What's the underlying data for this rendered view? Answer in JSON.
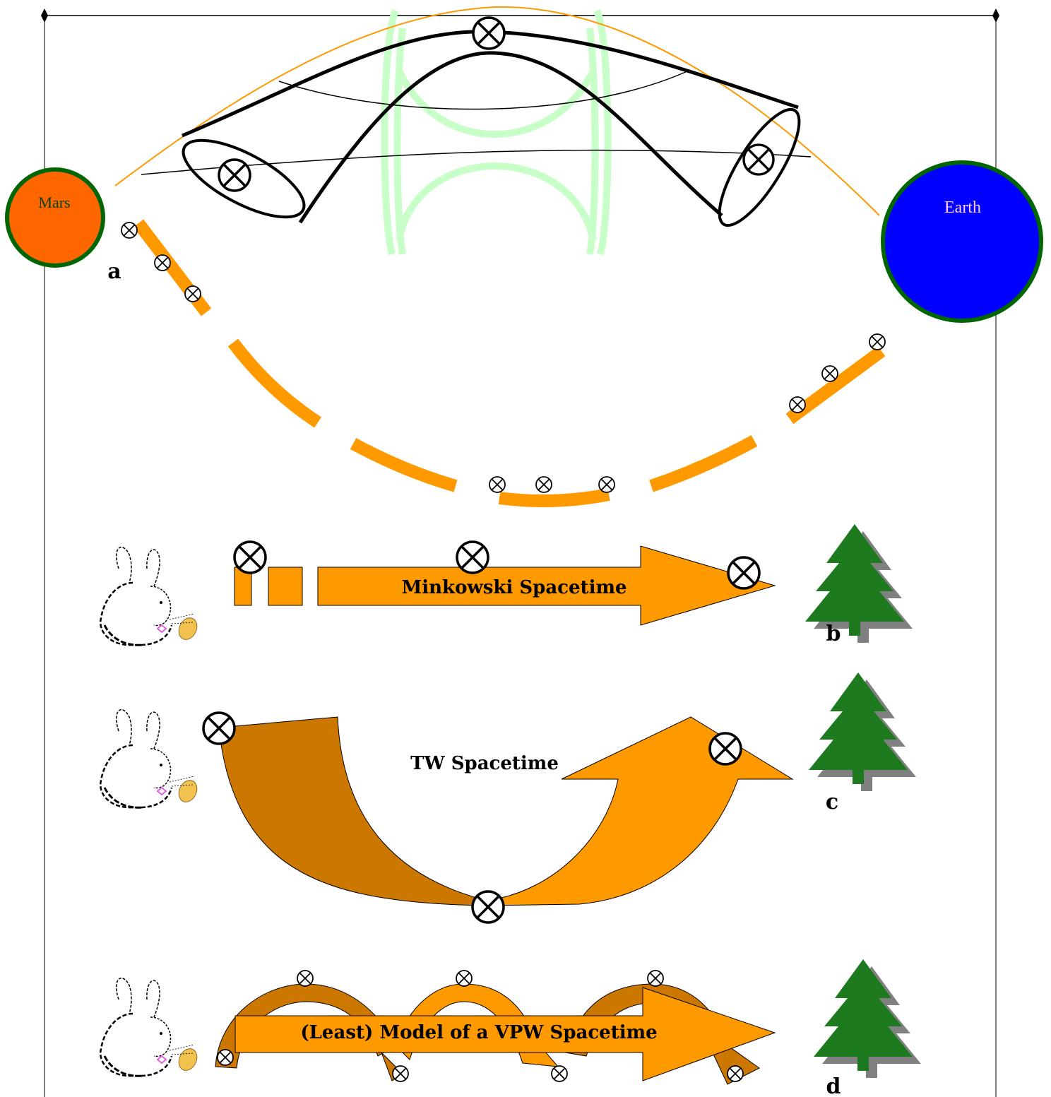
{
  "planets": {
    "mars": "Mars",
    "earth": "Earth"
  },
  "panel_labels": {
    "a": "a",
    "b": "b",
    "c": "c",
    "d": "d"
  },
  "arrows": {
    "minkowski": "Minkowski  Spacetime",
    "tw": "TW  Spacetime",
    "vpw": "(Least) Model  of  a  VPW  Spacetime"
  },
  "colors": {
    "orange": "#FF9900",
    "dark_orange": "#CC7700",
    "mars": "#FF6600",
    "earth": "#0000FF",
    "planet_ring": "#006600",
    "tree": "#1E7A1E",
    "tree_shadow": "#808080",
    "green_ghost": "#C8FFC8"
  },
  "icons": [
    "otimes-marker-icon",
    "rabbit-icon",
    "tree-icon"
  ]
}
